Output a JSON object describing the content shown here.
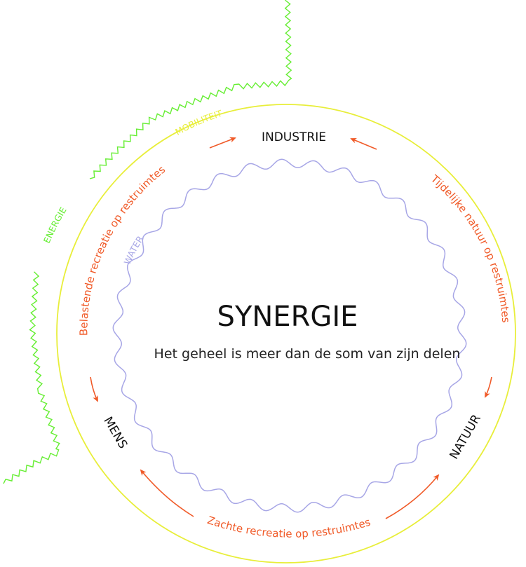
{
  "title": "SYNERGIE",
  "subtitle": "Het geheel is meer dan de som van zijn delen",
  "nodes": {
    "industrie": "INDUSTRIE",
    "mens": "MENS",
    "natuur": "NATUUR"
  },
  "relations": {
    "left": "Belastende recreatie op restruimtes",
    "right": "Tijdelijke natuur op restruimtes",
    "bottom": "Zachte recreatie op restruimtes"
  },
  "layers": {
    "water": "WATER",
    "energie": "ENERGIE",
    "mobiliteit": "MOBILITEIT"
  },
  "colors": {
    "orange": "#f05a28",
    "yellow": "#e8ee3a",
    "green": "#66ee33",
    "lavender": "#a7a6e6",
    "text": "#111111"
  }
}
